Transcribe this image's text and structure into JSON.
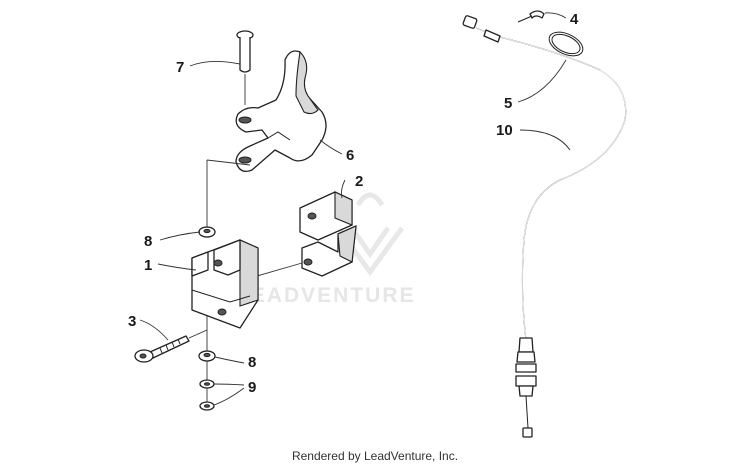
{
  "callouts": {
    "c1": "1",
    "c2": "2",
    "c3": "3",
    "c4": "4",
    "c5": "5",
    "c6": "6",
    "c7": "7",
    "c8a": "8",
    "c8b": "8",
    "c9": "9",
    "c10": "10"
  },
  "watermark": {
    "text": "LEADVENTURE",
    "color": "#e6e6e6"
  },
  "footer": {
    "text": "Rendered by LeadVenture, Inc."
  }
}
